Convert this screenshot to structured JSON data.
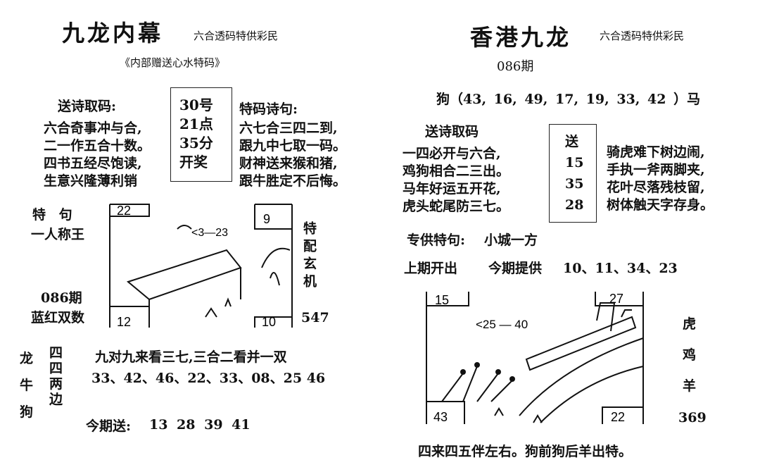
{
  "left": {
    "title": "九龙内幕",
    "tagline": "六合透码特供彩民",
    "subtitle": "《内部赠送心水特码》",
    "poem_label": "送诗取码:",
    "poem": [
      "六合奇事冲与合,",
      "二一作五合十数。",
      "四书五经尽饱读,",
      "生意兴隆薄利销"
    ],
    "center_box": [
      "30号",
      "21点",
      "35分",
      "开奖"
    ],
    "special_label": "特码诗句:",
    "special_poem": [
      "六七合三四二到,",
      "跟九中七取一码。",
      "财神送来猴和猪,",
      "跟牛胜定不后悔。"
    ],
    "phrase_label": "特  句",
    "phrase": "一人称王",
    "issue": "086期",
    "color_hint": "蓝红双数",
    "sketch_tl": "22",
    "sketch_tr": "9",
    "sketch_bl": "12",
    "sketch_br": "10",
    "sketch_range": "<3—23",
    "vertical_label": "特配玄机",
    "code": "547",
    "animals": [
      "龙",
      "牛",
      "狗"
    ],
    "side_text": [
      "四",
      "四",
      "两",
      "边"
    ],
    "hint_line": "九对九来看三七,三合二看并一双",
    "numbers_line": "33、42、46、22、33、08、25 46",
    "today_label": "今期送:",
    "today_numbers": "13 28 39 41"
  },
  "right": {
    "title": "香港九龙",
    "tagline": "六合透码特供彩民",
    "issue": "086期",
    "dog_line": "狗（43, 16, 49, 17, 19, 33, 42  ）马",
    "poem_label": "送诗取码",
    "poem": [
      "一四必开与六合,",
      "鸡狗相合二三出。",
      "马年好运五开花,",
      "虎头蛇尾防三七。"
    ],
    "send_box": [
      "送",
      "15",
      "35",
      "28"
    ],
    "poem2": [
      "骑虎难下树边闹,",
      "手执一斧两脚夹,",
      "花叶尽落残枝留,",
      "树体触天字存身。"
    ],
    "special_phrase_label": "专供特句:",
    "special_phrase": "小城一方",
    "last_label": "上期开出",
    "provide_label": "今期提供",
    "provide_numbers": "10、11、34、23",
    "sketch_tl": "15",
    "sketch_tr": "27",
    "sketch_bl": "43",
    "sketch_br": "22",
    "sketch_range": "<25 — 40",
    "animals": [
      "虎",
      "鸡",
      "羊"
    ],
    "code": "369",
    "bottom_line": "四来四五伴左右。狗前狗后羊出特。"
  }
}
